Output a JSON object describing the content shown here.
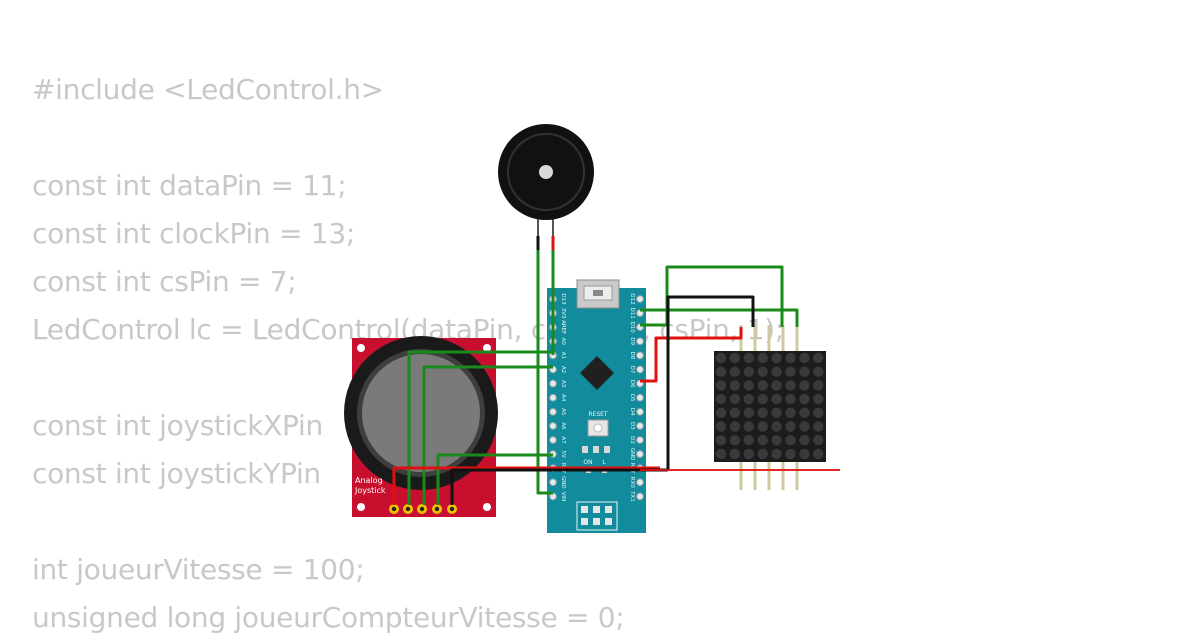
{
  "code_lines": [
    "#include <LedControl.h>",
    "",
    "const int dataPin = 11;",
    "const int clockPin = 13;",
    "const int csPin = 7;",
    "LedControl lc = LedControl(dataPin, clockPin, csPin, 1);",
    "",
    "const int joystickXPin",
    "const int joystickYPin",
    "",
    "int joueurVitesse = 100;",
    "unsigned long joueurCompteurVitesse = 0;"
  ],
  "joystick": {
    "label_line1": "Analog",
    "label_line2": "Joystick"
  },
  "nano": {
    "reset_label": "RESET",
    "on_label": "ON",
    "l_label": "L",
    "tx_label": "TX",
    "rx_label": "RX",
    "left_pins": [
      "D13",
      "3V3",
      "AREF",
      "A0",
      "A1",
      "A2",
      "A3",
      "A4",
      "A5",
      "A6",
      "A7",
      "5V",
      "RST",
      "GND",
      "VIN"
    ],
    "right_pins": [
      "D12",
      "D11",
      "D10",
      "D9",
      "D8",
      "D7",
      "D6",
      "D5",
      "D4",
      "D3",
      "D2",
      "GND",
      "RST",
      "RX0",
      "TX1"
    ]
  },
  "colors": {
    "code_text": "#c8c8c8",
    "board_teal": "#128c9c",
    "joystick_red": "#c8102e",
    "wire_green": "#1a8a1a",
    "wire_red": "#e01010",
    "wire_black": "#111111",
    "matrix_body": "#1c1c1c"
  }
}
